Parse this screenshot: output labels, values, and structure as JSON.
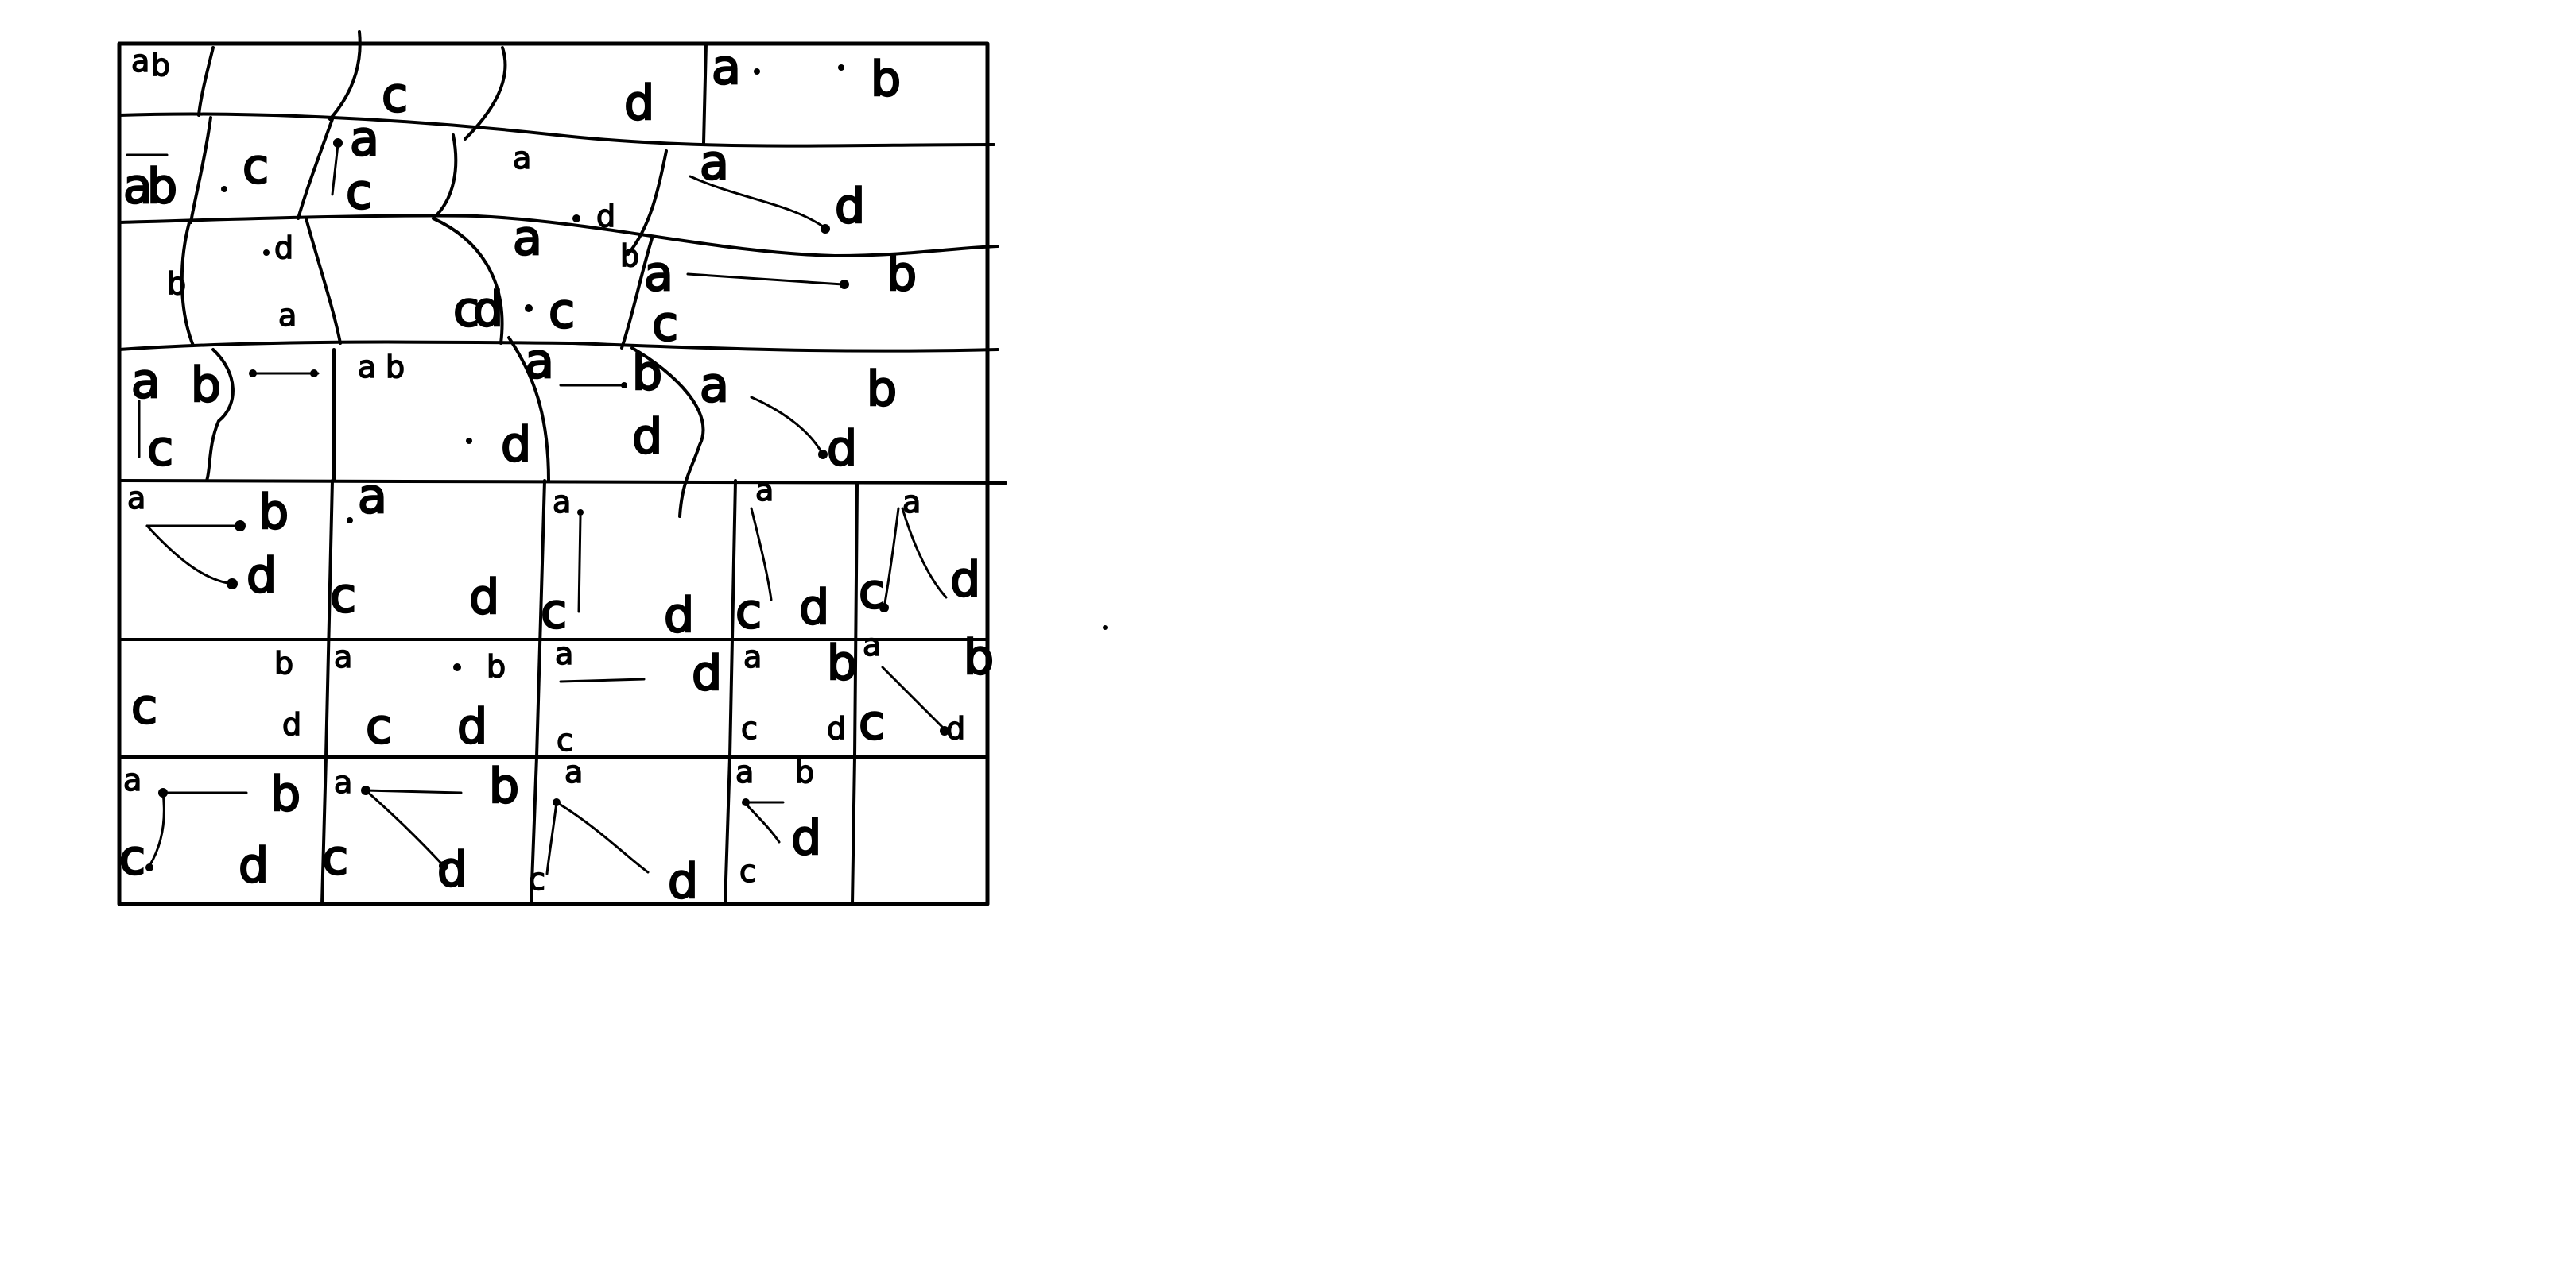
{
  "sketch": {
    "ink_color": "#000000",
    "background_color": "#ffffff",
    "rows": [
      {
        "id": "row-1",
        "cells": [
          {
            "id": "r1c1",
            "labels": [
              "a",
              "b"
            ]
          },
          {
            "id": "r1c2",
            "labels": [
              "c",
              "d"
            ]
          },
          {
            "id": "r1c3",
            "labels": [
              "a",
              "b"
            ]
          }
        ]
      },
      {
        "id": "row-2",
        "cells": [
          {
            "id": "r2c1",
            "labels": [
              "a",
              "b"
            ]
          },
          {
            "id": "r2c2",
            "labels": [
              "c"
            ]
          },
          {
            "id": "r2c3",
            "labels": [
              "a",
              "c"
            ]
          },
          {
            "id": "r2c4",
            "labels": [
              "a",
              "d"
            ]
          },
          {
            "id": "r2c5",
            "labels": [
              "a",
              "d"
            ]
          }
        ]
      },
      {
        "id": "row-3",
        "cells": [
          {
            "id": "r3c1",
            "labels": [
              "b"
            ]
          },
          {
            "id": "r3c2",
            "labels": [
              "d",
              "a"
            ]
          },
          {
            "id": "r3c3",
            "labels": [
              "c",
              "d"
            ]
          },
          {
            "id": "r3c4",
            "labels": [
              "a",
              "b",
              "c"
            ]
          },
          {
            "id": "r3c5",
            "labels": [
              "a",
              "b",
              "c"
            ]
          }
        ]
      },
      {
        "id": "row-4",
        "cells": [
          {
            "id": "r4c1",
            "labels": [
              "a",
              "b",
              "c"
            ]
          },
          {
            "id": "r4c2",
            "labels": [
              "a",
              "b",
              "d"
            ]
          },
          {
            "id": "r4c3",
            "labels": [
              "a",
              "b",
              "d"
            ]
          },
          {
            "id": "r4c4",
            "labels": [
              "a",
              "b",
              "d"
            ]
          }
        ]
      },
      {
        "id": "row-5",
        "cells": [
          {
            "id": "r5c1",
            "labels": [
              "a",
              "b",
              "d"
            ]
          },
          {
            "id": "r5c2",
            "labels": [
              "a",
              "c",
              "d"
            ]
          },
          {
            "id": "r5c3",
            "labels": [
              "a",
              "c",
              "d"
            ]
          },
          {
            "id": "r5c4",
            "labels": [
              "a",
              "c",
              "d"
            ]
          },
          {
            "id": "r5c5",
            "labels": [
              "a",
              "c",
              "d"
            ]
          }
        ]
      },
      {
        "id": "row-6",
        "cells": [
          {
            "id": "r6c1",
            "labels": [
              "b",
              "c",
              "d"
            ]
          },
          {
            "id": "r6c2",
            "labels": [
              "a",
              "b",
              "c",
              "d"
            ]
          },
          {
            "id": "r6c3",
            "labels": [
              "a",
              "c",
              "d"
            ]
          },
          {
            "id": "r6c4",
            "labels": [
              "a",
              "b",
              "c",
              "d"
            ]
          },
          {
            "id": "r6c5",
            "labels": [
              "a",
              "b",
              "c",
              "d"
            ]
          }
        ]
      },
      {
        "id": "row-7",
        "cells": [
          {
            "id": "r7c1",
            "labels": [
              "a",
              "b",
              "c",
              "d"
            ]
          },
          {
            "id": "r7c2",
            "labels": [
              "a",
              "b",
              "c",
              "d"
            ]
          },
          {
            "id": "r7c3",
            "labels": [
              "a",
              "c",
              "d"
            ]
          },
          {
            "id": "r7c4",
            "labels": [
              "a",
              "b",
              "c",
              "d"
            ]
          },
          {
            "id": "r7c5",
            "labels": []
          }
        ]
      }
    ]
  }
}
